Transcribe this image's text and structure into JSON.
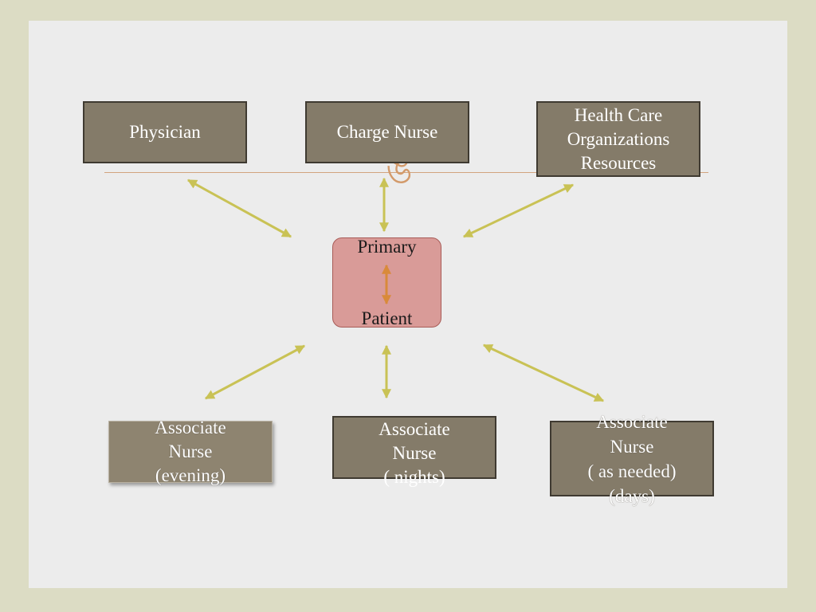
{
  "nodes": {
    "physician": "Physician",
    "charge_nurse": "Charge Nurse",
    "health_care": "Health Care\nOrganizations\nResources",
    "primary": "Primary",
    "patient": "Patient",
    "assoc_evening": "Associate\nNurse\n(evening)",
    "assoc_nights": "Associate\nNurse\n( nights)",
    "assoc_days": "Associate\nNurse\n( as needed)\n(days)"
  },
  "decoration": {
    "glyph": "ঙ"
  },
  "colors": {
    "arrow": "#c9c255",
    "center_arrow": "#d98a3a",
    "node_fill": "#847b69",
    "center_fill": "#d99b98"
  }
}
